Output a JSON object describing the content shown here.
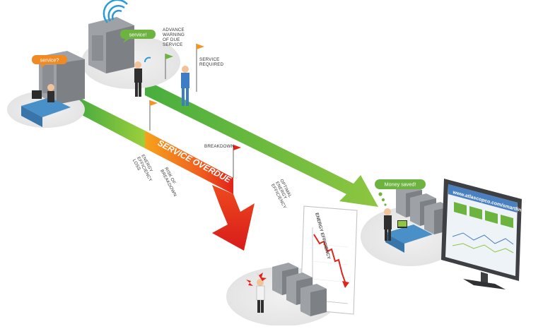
{
  "bubbles": {
    "service_question": "service?",
    "service_exclaim": "service!",
    "money_saved": "Money saved!"
  },
  "labels": {
    "advance_warning": [
      "ADVANCE",
      "WARNING",
      "OF DUE",
      "SERVICE"
    ],
    "service_required": [
      "SERVICE",
      "REQUIRED"
    ],
    "breakdown": "BREAKDOWN",
    "service_overdue": "SERVICE OVERDUE",
    "energy_efficiency_loss": [
      "ENERGY",
      "EFFICIENCY",
      "LOSS"
    ],
    "risk_of_breakdown": [
      "RISK OF",
      "BREAKDOWN"
    ],
    "optimal_energy_efficiency": [
      "OPTIMAL",
      "ENERGY",
      "EFFICIENCY"
    ]
  },
  "energy_chart": {
    "title": "ENERGY EFFICIENCY",
    "trend": "declining"
  },
  "monitor": {
    "url": "www.atlascopco.com/smartlink"
  },
  "colors": {
    "green_path": "#7dc242",
    "orange_path": "#f7941d",
    "red_path": "#e2231a",
    "bubble_orange": "#f08a24",
    "bubble_green": "#6cb33f",
    "server_grey": "#8c9094"
  }
}
